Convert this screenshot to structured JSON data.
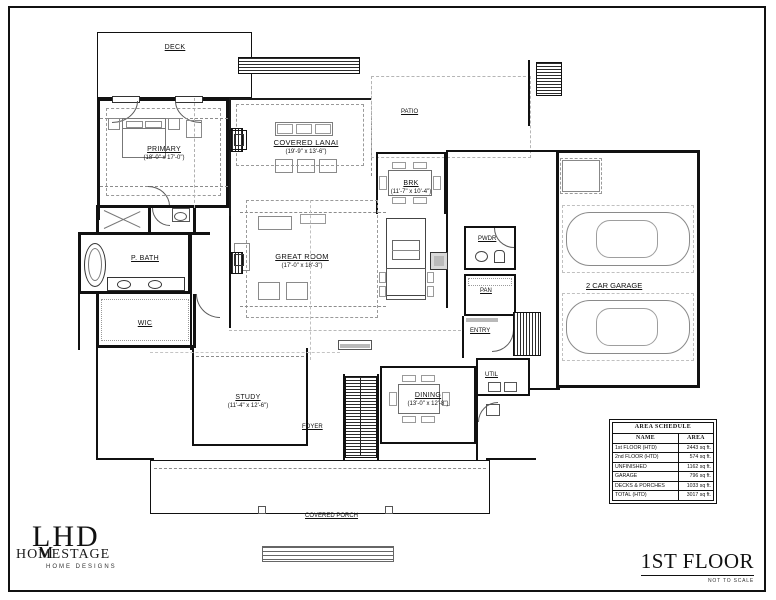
{
  "sheet": {
    "title": "1ST FLOOR",
    "subtitle": "NOT TO SCALE"
  },
  "logo": {
    "initials": "LHD",
    "brand": "HOMESTAGE",
    "tagline": "HOME DESIGNS",
    "mark": "M"
  },
  "schedule": {
    "title": "AREA SCHEDULE",
    "columns": [
      "NAME",
      "AREA"
    ],
    "rows": [
      {
        "name": "1st FLOOR (HTD)",
        "area": "2443 sq ft."
      },
      {
        "name": "2nd FLOOR (HTD)",
        "area": "574 sq ft."
      },
      {
        "name": "UNFINISHED",
        "area": "1162 sq ft."
      },
      {
        "name": "GARAGE",
        "area": "796 sq ft."
      },
      {
        "name": "DECKS & PORCHES",
        "area": "1033 sq ft."
      },
      {
        "name": "TOTAL (HTD)",
        "area": "3017 sq ft."
      }
    ]
  },
  "rooms": {
    "deck": {
      "name": "DECK",
      "dim": ""
    },
    "primary": {
      "name": "PRIMARY",
      "dim": "(18'-0\" x 17'-0\")"
    },
    "covered_lanai": {
      "name": "COVERED LANAI",
      "dim": "(19'-9\" x 13'-6\")"
    },
    "patio": {
      "name": "PATIO",
      "dim": ""
    },
    "brk": {
      "name": "BRK",
      "dim": "(11'-7\" x 10'-4\")"
    },
    "great_room": {
      "name": "GREAT ROOM",
      "dim": "(17'-0\" x 18'-3\")"
    },
    "p_bath": {
      "name": "P. BATH",
      "dim": ""
    },
    "wic": {
      "name": "WIC",
      "dim": ""
    },
    "pwdr": {
      "name": "PWDR",
      "dim": ""
    },
    "pan": {
      "name": "PAN",
      "dim": ""
    },
    "entry": {
      "name": "ENTRY",
      "dim": ""
    },
    "garage": {
      "name": "2 CAR GARAGE",
      "dim": ""
    },
    "util": {
      "name": "UTIL",
      "dim": ""
    },
    "study": {
      "name": "STUDY",
      "dim": "(11'-4\" x 12'-6\")"
    },
    "foyer": {
      "name": "FOYER",
      "dim": ""
    },
    "dining": {
      "name": "DINING",
      "dim": "(13'-0\" x 12'-8\")"
    },
    "covered_porch": {
      "name": "COVERED PORCH",
      "dim": ""
    }
  },
  "colors": {
    "wall": "#111111",
    "thin_line": "#555555",
    "hidden_line": "#9a9a9a",
    "paper": "#ffffff"
  }
}
